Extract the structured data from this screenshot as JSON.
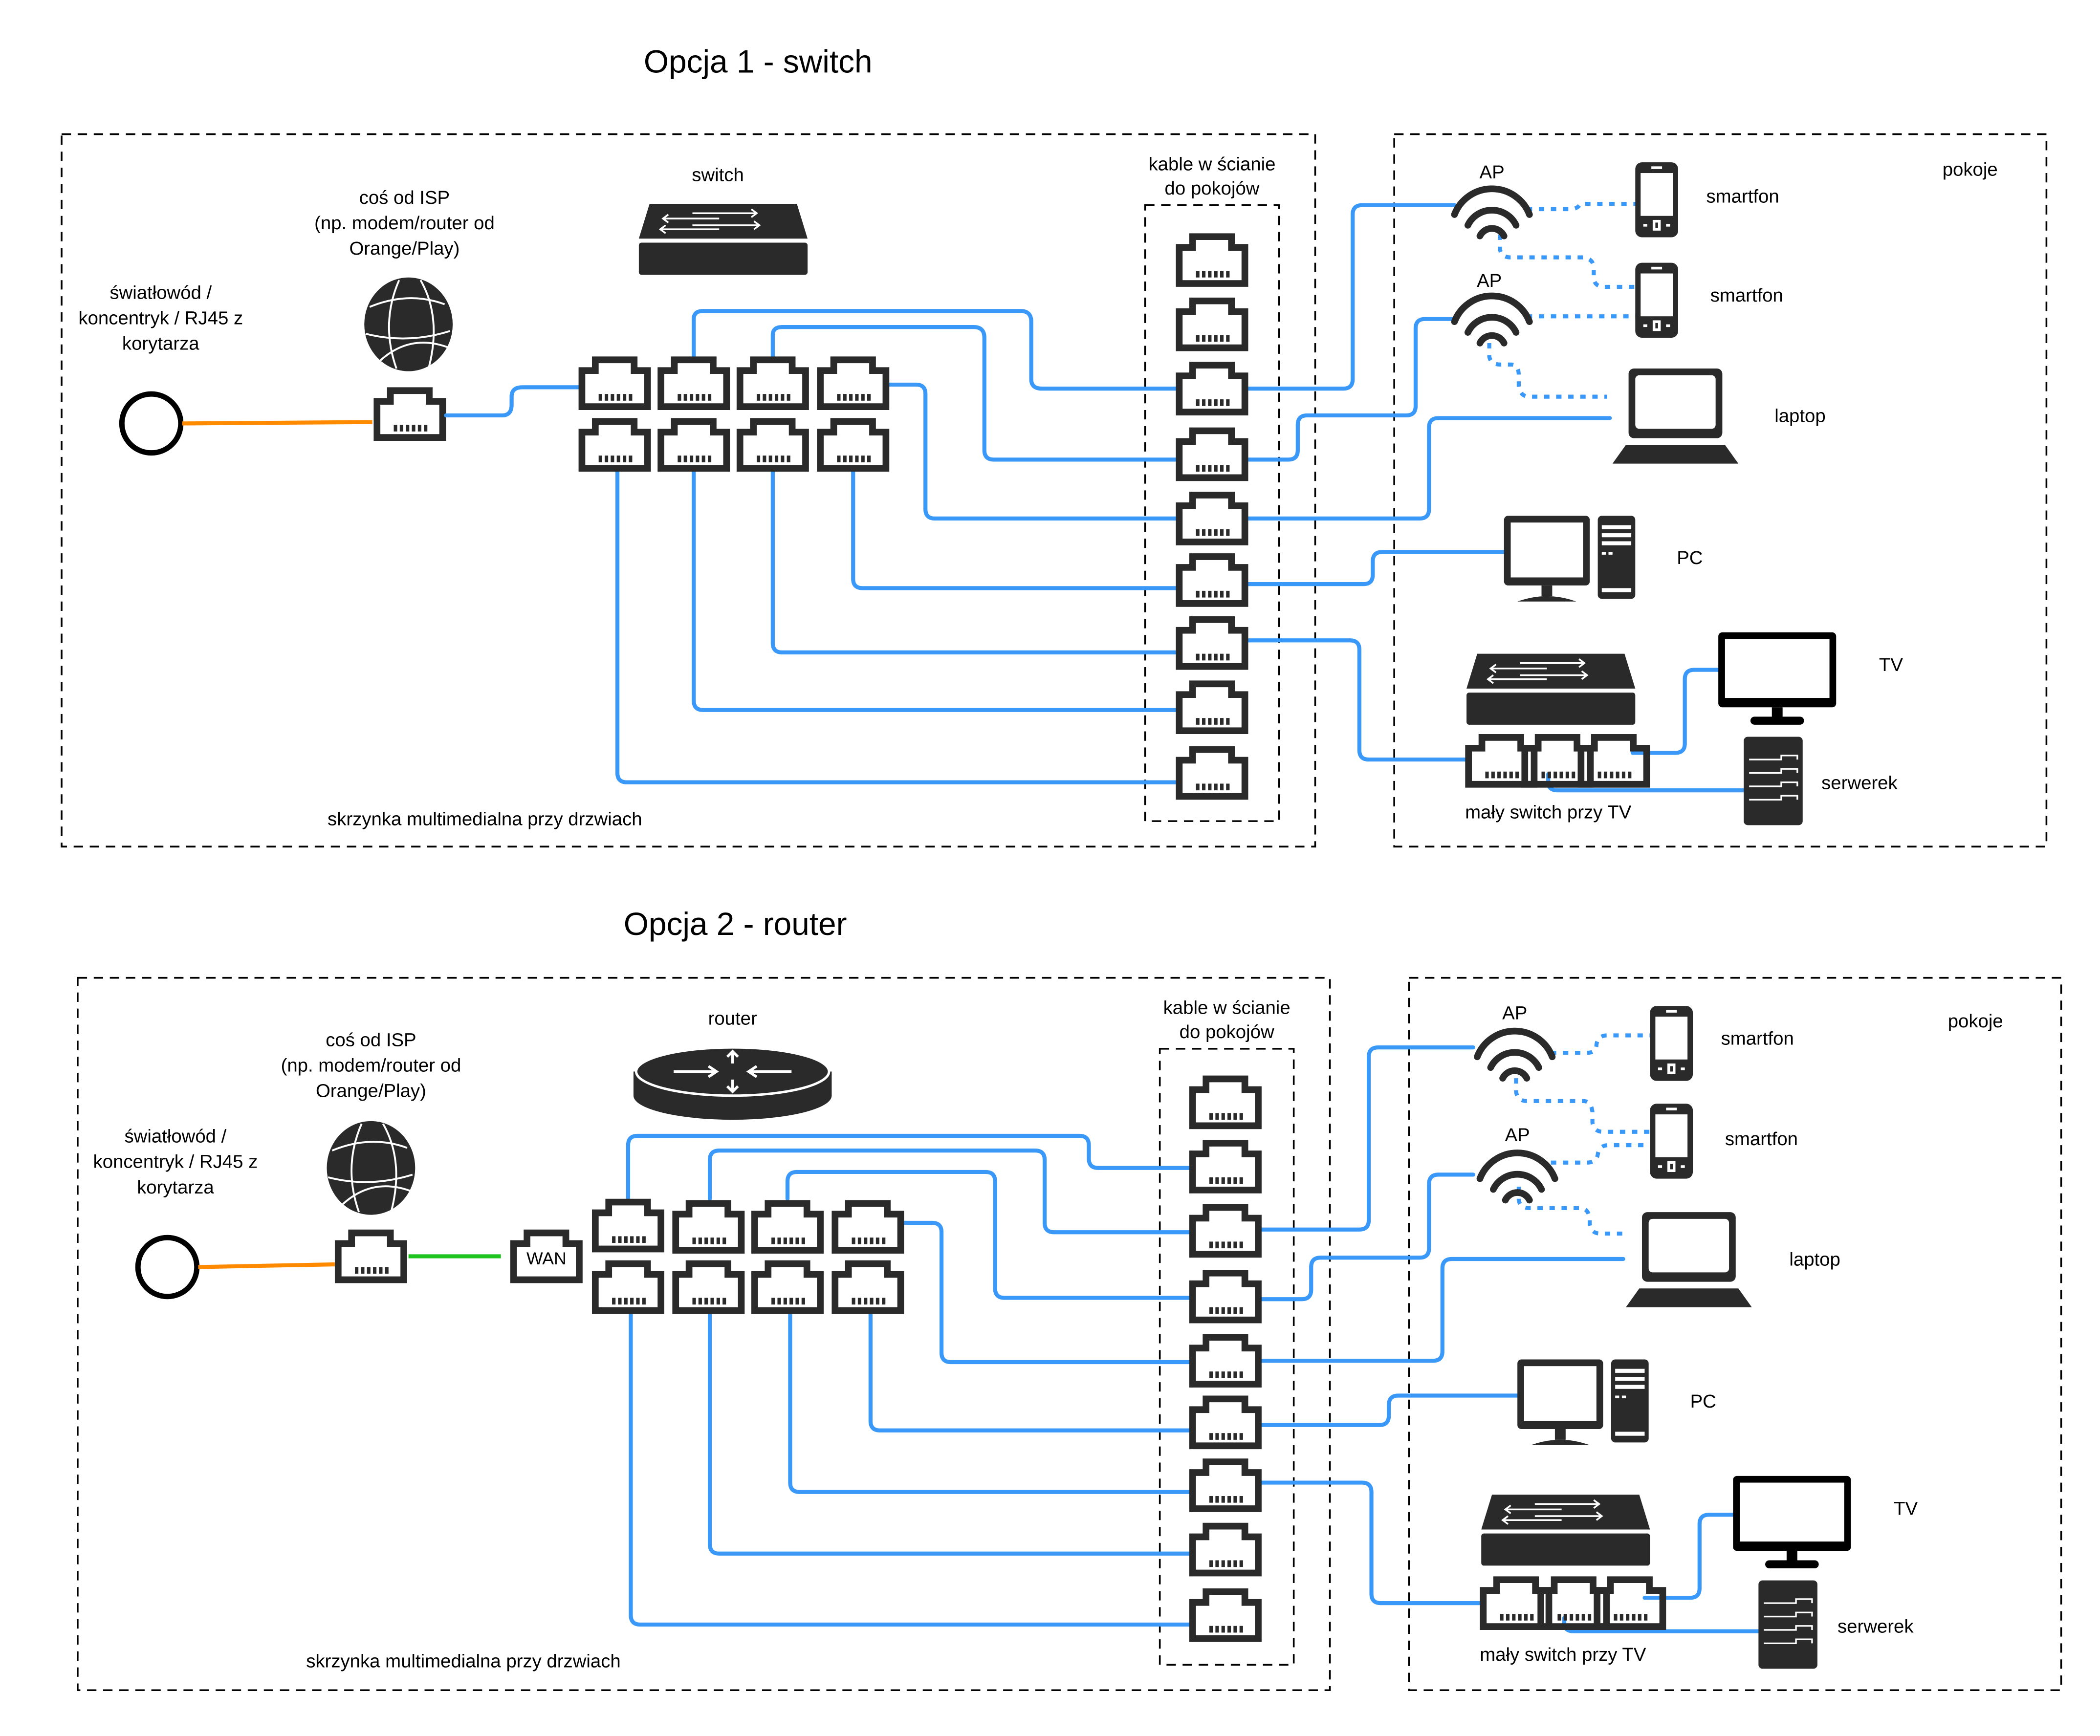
{
  "colors": {
    "cable": "#3a99f8",
    "fiber": "#ff8a00",
    "wan_link": "#1fc41f",
    "icon": "#2a2a2a"
  },
  "option1": {
    "title": "Opcja 1 - switch",
    "cabinet_label": "skrzynka multimedialna przy drzwiach",
    "fiber_label": [
      "światłowód /",
      "koncentryk / RJ45 z",
      "korytarza"
    ],
    "isp_label": [
      "coś od ISP",
      "(np. modem/router od",
      "Orange/Play)"
    ],
    "device_label": "switch",
    "wall_label": [
      "kable w ścianie",
      "do pokojów"
    ],
    "rooms_label": "pokoje",
    "devices": {
      "ap1": "AP",
      "ap2": "AP",
      "phone1": "smartfon",
      "phone2": "smartfon",
      "laptop": "laptop",
      "pc": "PC",
      "tv": "TV",
      "server": "serwerek",
      "small_switch": "mały switch przy TV"
    }
  },
  "option2": {
    "title": "Opcja 2 - router",
    "cabinet_label": "skrzynka multimedialna przy drzwiach",
    "fiber_label": [
      "światłowód /",
      "koncentryk / RJ45 z",
      "korytarza"
    ],
    "isp_label": [
      "coś od ISP",
      "(np. modem/router od",
      "Orange/Play)"
    ],
    "device_label": "router",
    "wan_port_label": "WAN",
    "wall_label": [
      "kable w ścianie",
      "do pokojów"
    ],
    "rooms_label": "pokoje",
    "devices": {
      "ap1": "AP",
      "ap2": "AP",
      "phone1": "smartfon",
      "phone2": "smartfon",
      "laptop": "laptop",
      "pc": "PC",
      "tv": "TV",
      "server": "serwerek",
      "small_switch": "mały switch przy TV"
    }
  }
}
